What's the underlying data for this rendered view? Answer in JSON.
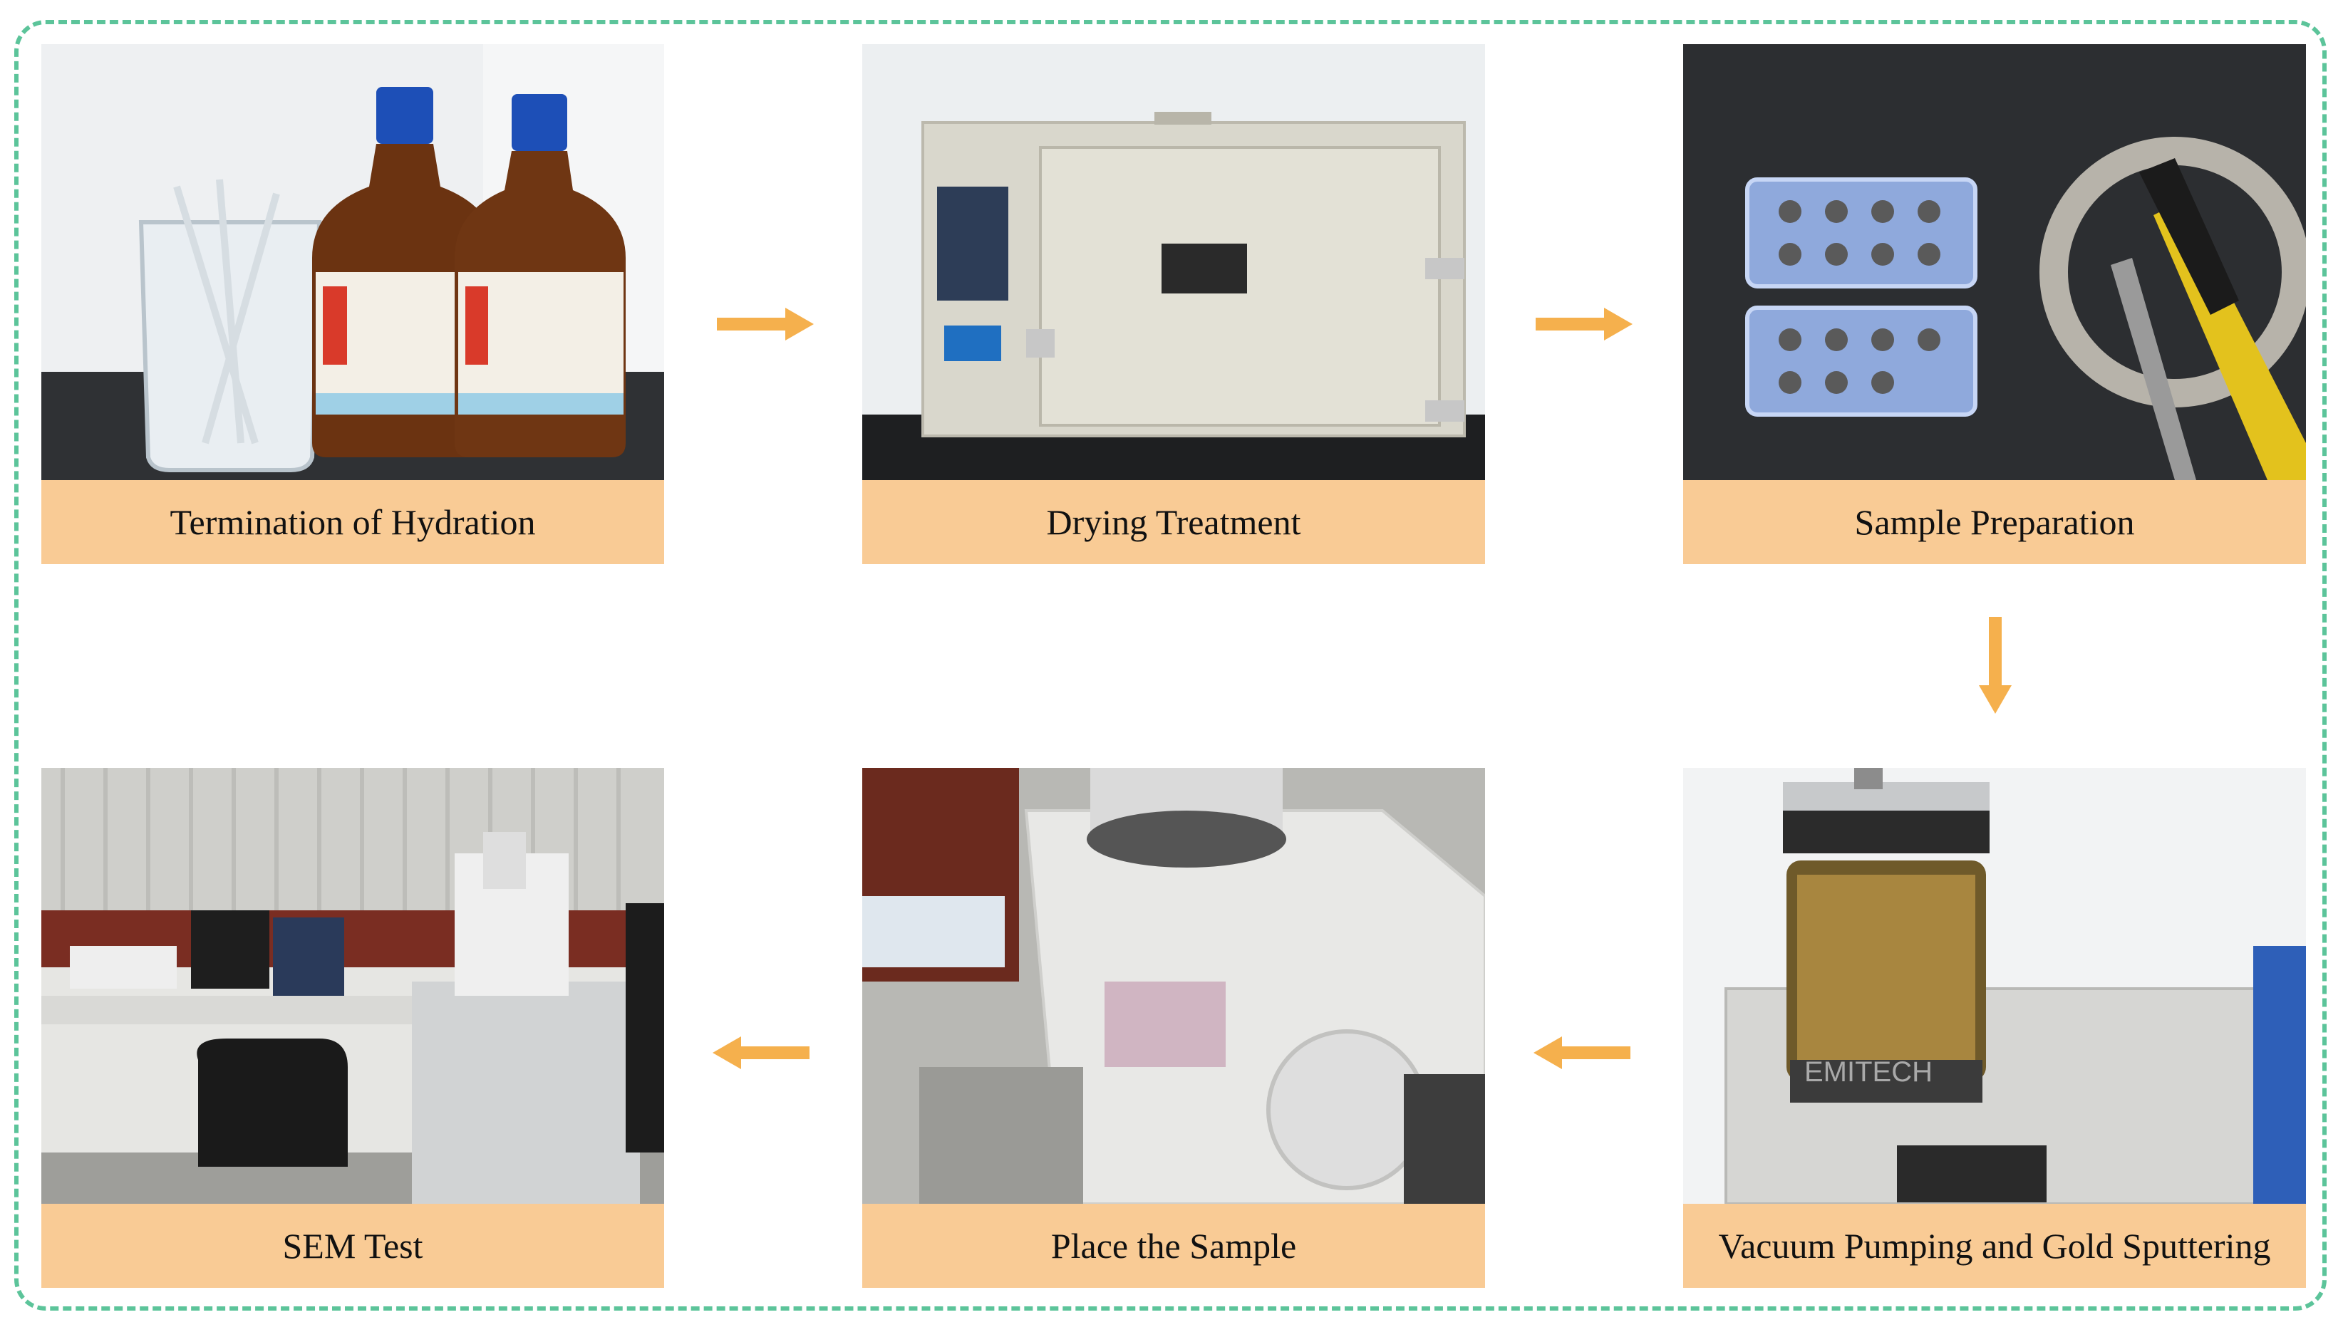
{
  "steps": [
    {
      "label": "Termination of Hydration",
      "photo": "glass-beaker-and-reagent-bottles"
    },
    {
      "label": "Drying Treatment",
      "photo": "drying-oven"
    },
    {
      "label": "Sample Preparation",
      "photo": "sample-stubs-tape-and-knife"
    },
    {
      "label": "Vacuum Pumping  and Gold Sputtering",
      "photo": "sputter-coater"
    },
    {
      "label": "Place the Sample",
      "photo": "sem-chamber"
    },
    {
      "label": "SEM Test",
      "photo": "sem-lab-workstation"
    }
  ],
  "sputter_brand": "EMITECH",
  "colors": {
    "arrow": "#f5b04d",
    "label_bg": "#f9cb95",
    "border": "#5cc49a"
  }
}
